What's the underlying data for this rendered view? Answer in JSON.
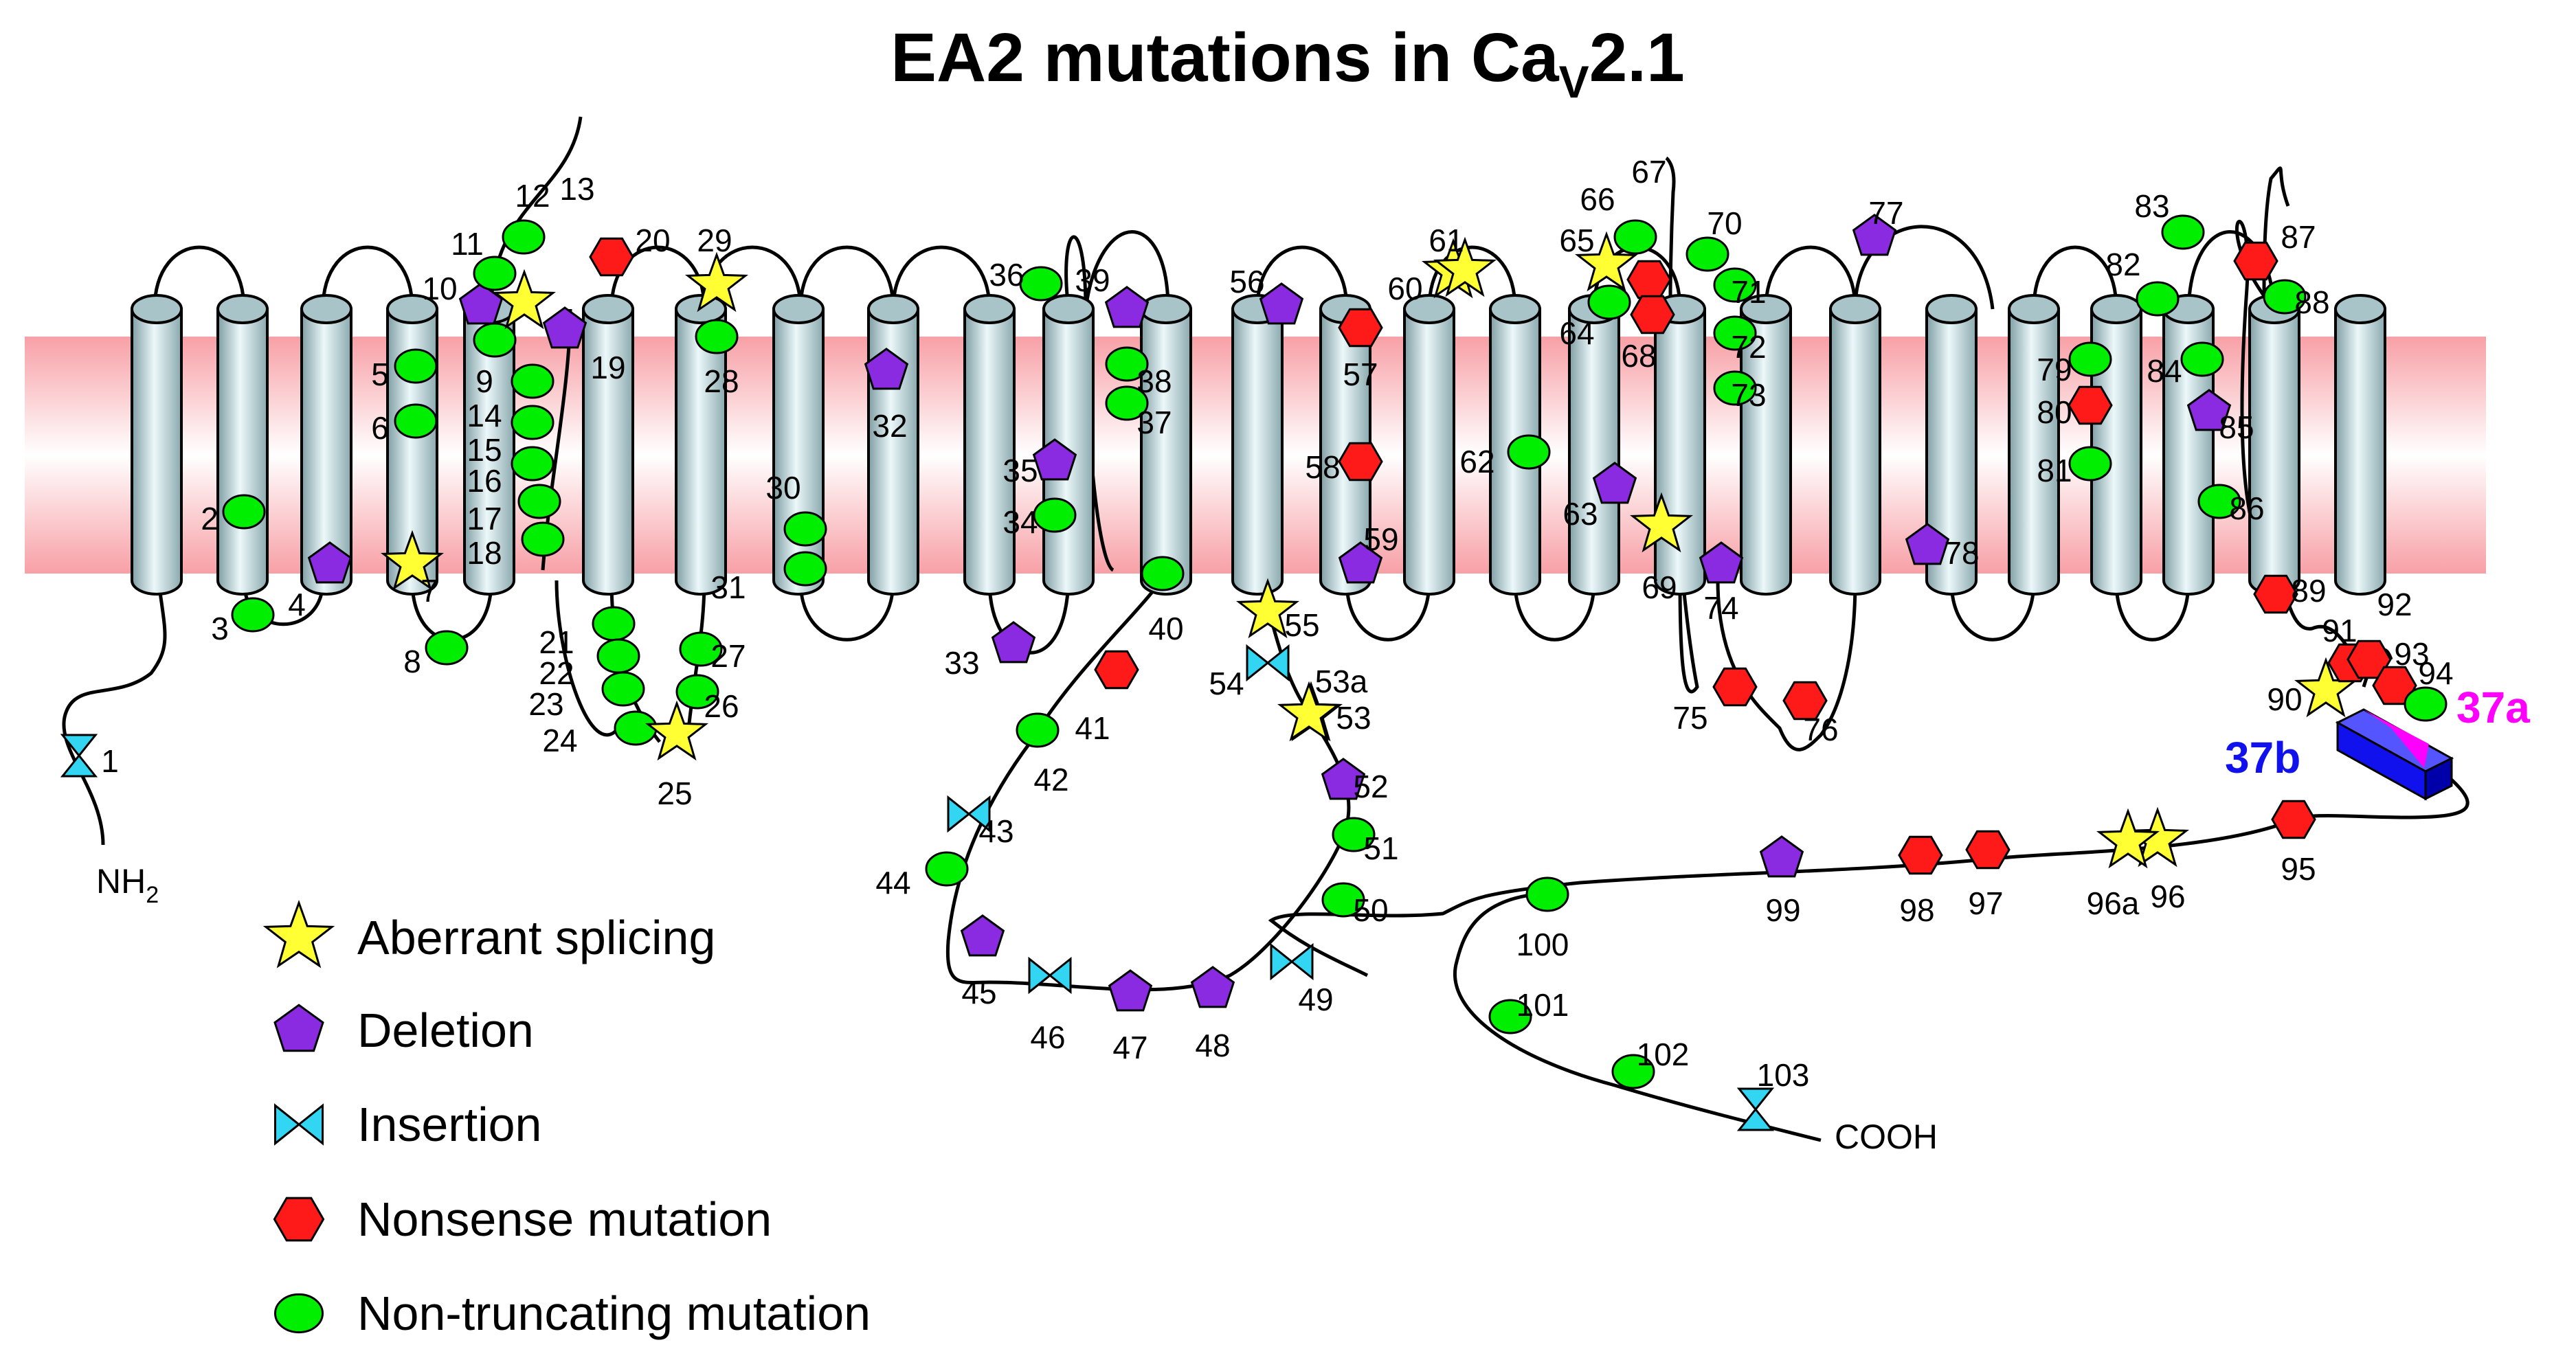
{
  "title": {
    "main": "EA2 mutations in Ca",
    "sub": "V",
    "tail": "2.1"
  },
  "termini": {
    "n": "NH",
    "n_sub": "2",
    "c": "COOH"
  },
  "exon_labels": {
    "b": "37b",
    "a": "37a"
  },
  "colors": {
    "splicing": "#ffff33",
    "deletion": "#8a2be2",
    "insertion": "#33d6f2",
    "nonsense": "#ff1a1a",
    "noncoding": "#00ee00",
    "exon_b": "#1111ee",
    "exon_a": "#ff00ff",
    "membrane": "#f7a8ad"
  },
  "legend": [
    {
      "type": "star",
      "label": "Aberrant splicing"
    },
    {
      "type": "pentagon",
      "label": "Deletion"
    },
    {
      "type": "bowtie",
      "label": "Insertion"
    },
    {
      "type": "hexagon",
      "label": "Nonsense mutation"
    },
    {
      "type": "ellipse",
      "label": "Non-truncating mutation"
    }
  ],
  "mutations": [
    {
      "id": "1",
      "type": "bowtie"
    },
    {
      "id": "2",
      "type": "ellipse"
    },
    {
      "id": "3",
      "type": "ellipse"
    },
    {
      "id": "4",
      "type": "pentagon"
    },
    {
      "id": "5",
      "type": "ellipse"
    },
    {
      "id": "6",
      "type": "ellipse"
    },
    {
      "id": "7",
      "type": "star"
    },
    {
      "id": "8",
      "type": "ellipse"
    },
    {
      "id": "9",
      "type": "ellipse"
    },
    {
      "id": "10",
      "type": "pentagon"
    },
    {
      "id": "11",
      "type": "ellipse"
    },
    {
      "id": "12",
      "type": "ellipse"
    },
    {
      "id": "13",
      "type": "star"
    },
    {
      "id": "14",
      "type": "ellipse"
    },
    {
      "id": "15",
      "type": "ellipse"
    },
    {
      "id": "16",
      "type": "ellipse"
    },
    {
      "id": "17",
      "type": "ellipse"
    },
    {
      "id": "18",
      "type": "ellipse"
    },
    {
      "id": "19",
      "type": "pentagon"
    },
    {
      "id": "20",
      "type": "hexagon"
    },
    {
      "id": "21",
      "type": "ellipse"
    },
    {
      "id": "22",
      "type": "ellipse"
    },
    {
      "id": "23",
      "type": "ellipse"
    },
    {
      "id": "24",
      "type": "ellipse"
    },
    {
      "id": "25",
      "type": "star"
    },
    {
      "id": "26",
      "type": "ellipse"
    },
    {
      "id": "27",
      "type": "ellipse"
    },
    {
      "id": "28",
      "type": "ellipse"
    },
    {
      "id": "29",
      "type": "star"
    },
    {
      "id": "30",
      "type": "ellipse"
    },
    {
      "id": "31",
      "type": "ellipse"
    },
    {
      "id": "32",
      "type": "pentagon"
    },
    {
      "id": "33",
      "type": "pentagon"
    },
    {
      "id": "34",
      "type": "ellipse"
    },
    {
      "id": "35",
      "type": "pentagon"
    },
    {
      "id": "36",
      "type": "ellipse"
    },
    {
      "id": "37",
      "type": "ellipse"
    },
    {
      "id": "38",
      "type": "ellipse"
    },
    {
      "id": "39",
      "type": "pentagon"
    },
    {
      "id": "40",
      "type": "ellipse"
    },
    {
      "id": "41",
      "type": "hexagon"
    },
    {
      "id": "42",
      "type": "ellipse"
    },
    {
      "id": "43",
      "type": "bowtie"
    },
    {
      "id": "44",
      "type": "ellipse"
    },
    {
      "id": "45",
      "type": "pentagon"
    },
    {
      "id": "46",
      "type": "bowtie"
    },
    {
      "id": "47",
      "type": "pentagon"
    },
    {
      "id": "48",
      "type": "pentagon"
    },
    {
      "id": "49",
      "type": "bowtie"
    },
    {
      "id": "50",
      "type": "ellipse"
    },
    {
      "id": "51",
      "type": "ellipse"
    },
    {
      "id": "52",
      "type": "pentagon"
    },
    {
      "id": "53",
      "type": "star"
    },
    {
      "id": "53a",
      "type": "star"
    },
    {
      "id": "54",
      "type": "bowtie"
    },
    {
      "id": "55",
      "type": "star"
    },
    {
      "id": "56",
      "type": "pentagon"
    },
    {
      "id": "57",
      "type": "hexagon"
    },
    {
      "id": "58",
      "type": "hexagon"
    },
    {
      "id": "59",
      "type": "pentagon"
    },
    {
      "id": "60",
      "type": "star"
    },
    {
      "id": "61",
      "type": "star"
    },
    {
      "id": "62",
      "type": "ellipse"
    },
    {
      "id": "63",
      "type": "pentagon"
    },
    {
      "id": "64",
      "type": "ellipse"
    },
    {
      "id": "65",
      "type": "star"
    },
    {
      "id": "66",
      "type": "ellipse"
    },
    {
      "id": "67",
      "type": "hexagon"
    },
    {
      "id": "68",
      "type": "hexagon"
    },
    {
      "id": "69",
      "type": "star"
    },
    {
      "id": "70",
      "type": "ellipse"
    },
    {
      "id": "71",
      "type": "ellipse"
    },
    {
      "id": "72",
      "type": "ellipse"
    },
    {
      "id": "73",
      "type": "ellipse"
    },
    {
      "id": "74",
      "type": "pentagon"
    },
    {
      "id": "75",
      "type": "hexagon"
    },
    {
      "id": "76",
      "type": "hexagon"
    },
    {
      "id": "77",
      "type": "pentagon"
    },
    {
      "id": "78",
      "type": "pentagon"
    },
    {
      "id": "79",
      "type": "ellipse"
    },
    {
      "id": "80",
      "type": "hexagon"
    },
    {
      "id": "81",
      "type": "ellipse"
    },
    {
      "id": "82",
      "type": "ellipse"
    },
    {
      "id": "83",
      "type": "ellipse"
    },
    {
      "id": "84",
      "type": "ellipse"
    },
    {
      "id": "85",
      "type": "pentagon"
    },
    {
      "id": "86",
      "type": "ellipse"
    },
    {
      "id": "87",
      "type": "hexagon"
    },
    {
      "id": "88",
      "type": "ellipse"
    },
    {
      "id": "89",
      "type": "hexagon"
    },
    {
      "id": "90",
      "type": "star"
    },
    {
      "id": "91",
      "type": "hexagon"
    },
    {
      "id": "92",
      "type": "hexagon"
    },
    {
      "id": "93",
      "type": "hexagon"
    },
    {
      "id": "94",
      "type": "ellipse"
    },
    {
      "id": "95",
      "type": "hexagon"
    },
    {
      "id": "96",
      "type": "star"
    },
    {
      "id": "96a",
      "type": "star"
    },
    {
      "id": "97",
      "type": "hexagon"
    },
    {
      "id": "98",
      "type": "hexagon"
    },
    {
      "id": "99",
      "type": "pentagon"
    },
    {
      "id": "100",
      "type": "ellipse"
    },
    {
      "id": "101",
      "type": "ellipse"
    },
    {
      "id": "102",
      "type": "ellipse"
    },
    {
      "id": "103",
      "type": "bowtie"
    }
  ]
}
